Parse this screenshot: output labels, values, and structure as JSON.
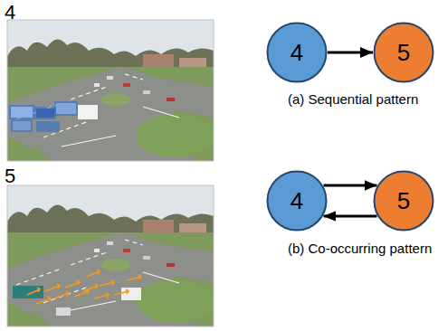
{
  "diagram": {
    "nodes": [
      {
        "text": [
          "4"
        ]
      },
      {
        "text": [
          "5"
        ]
      },
      {
        "text": [
          "4"
        ]
      },
      {
        "text": [
          "5"
        ]
      }
    ],
    "edges": [
      {
        "from": 0,
        "to": 1,
        "arrow": "to"
      },
      {
        "from": 2,
        "to": 3,
        "arrow": "to"
      },
      {
        "from": 3,
        "to": 2,
        "arrow": "to"
      }
    ],
    "labels": [
      "4",
      "5",
      "(a) Sequential pattern",
      "(b) Co-occurring pattern"
    ]
  }
}
